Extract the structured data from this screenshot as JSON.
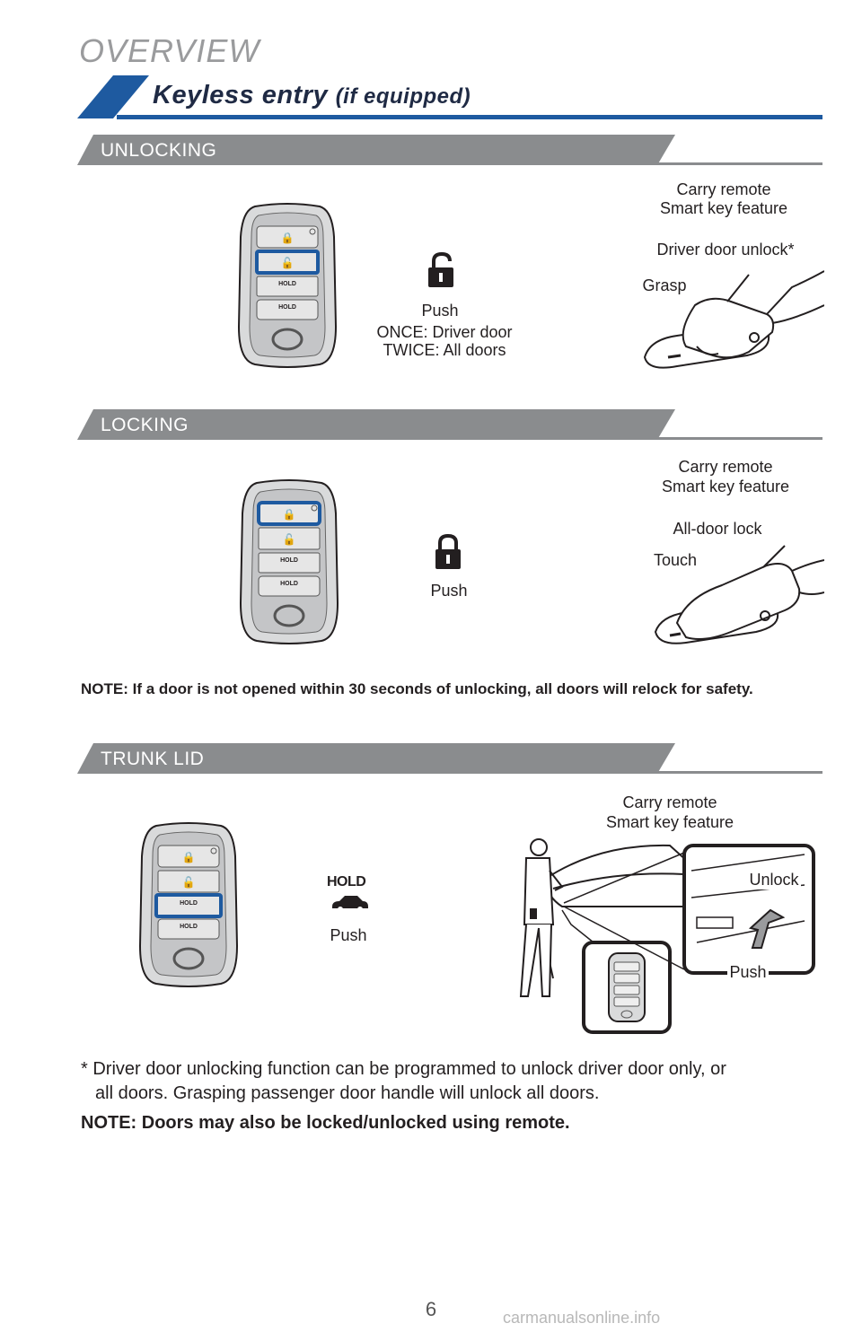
{
  "header": {
    "overview": "OVERVIEW",
    "title": "Keyless entry",
    "title_sub": "(if equipped)"
  },
  "unlocking": {
    "heading": "UNLOCKING",
    "push": "Push",
    "push_detail_1": "ONCE: Driver door",
    "push_detail_2": "TWICE: All doors",
    "carry_1": "Carry remote",
    "carry_2": "Smart key feature",
    "action": "Driver door unlock*",
    "gesture": "Grasp"
  },
  "locking": {
    "heading": "LOCKING",
    "push": "Push",
    "carry_1": "Carry remote",
    "carry_2": "Smart key feature",
    "action": "All-door lock",
    "gesture": "Touch",
    "note": "NOTE: If a door is not opened within 30 seconds of unlocking, all doors will relock for safety."
  },
  "trunk": {
    "heading": "TRUNK LID",
    "hold": "HOLD",
    "push": "Push",
    "carry_1": "Carry remote",
    "carry_2": "Smart key feature",
    "unlock": "Unlock",
    "push_detail": "Push"
  },
  "footnote_1": "* Driver door unlocking function can be programmed to unlock driver door only, or",
  "footnote_2": "all doors. Grasping passenger door handle will unlock all doors.",
  "note_bottom": "NOTE: Doors may also be locked/unlocked using remote.",
  "page_number": "6",
  "watermark": "carmanualsonline.info",
  "colors": {
    "title_blue": "#1e5aa0",
    "band_gray": "#8a8c8e",
    "highlight": "#1e5aa0"
  }
}
